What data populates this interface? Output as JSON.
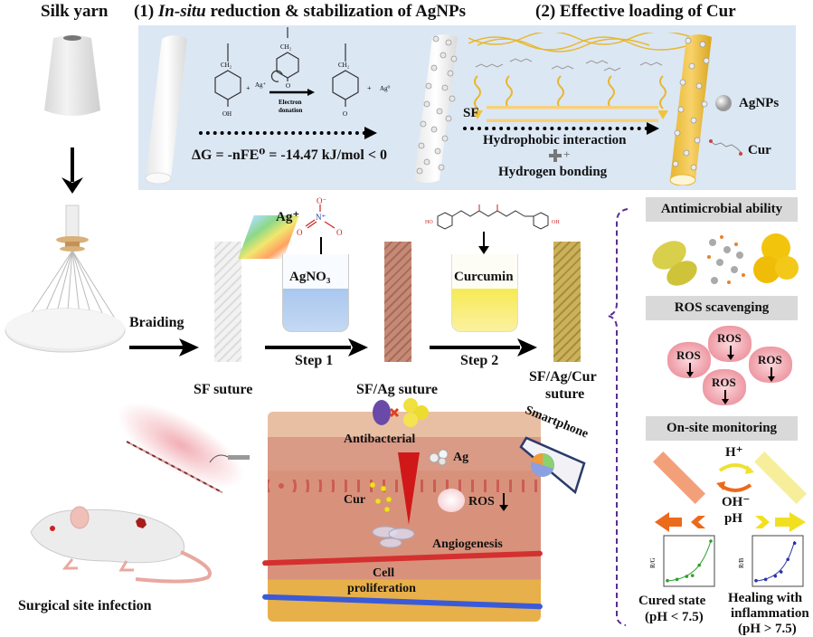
{
  "headers": {
    "silk_yarn": "Silk yarn",
    "step1_prefix": "(1) ",
    "step1_italic": "In-situ",
    "step1_rest": " reduction & stabilization of AgNPs",
    "step2": "(2) Effective loading of Cur"
  },
  "reaction": {
    "ch2_left": "CH₂",
    "ch2_mid": "CH₂",
    "ch2_right": "CH₂",
    "oh": "OH",
    "o_mid": "O",
    "o_right": "O",
    "plus1": "+",
    "ag_plus": "Ag⁺",
    "electron_donation_1": "Electron",
    "electron_donation_2": "donation",
    "plus2": "+",
    "ag_zero": "Ag⁰",
    "gibbs": "ΔG = -nFE⁰ = -14.47 kJ/mol < 0"
  },
  "loading": {
    "sf": "SF",
    "hydrophobic": "Hydrophobic interaction",
    "plus": "+",
    "hbond": "Hydrogen bonding",
    "legend_agnps": "AgNPs",
    "legend_cur": "Cur"
  },
  "process": {
    "braiding": "Braiding",
    "sf_suture": "SF suture",
    "ag_plus": "Ag⁺",
    "nitrate_o_top": "O⁻",
    "nitrate_n": "N⁺",
    "nitrate_o_left": "O",
    "nitrate_o_right": "O",
    "agno3": "AgNO₃",
    "step1": "Step 1",
    "sfag_suture": "SF/Ag suture",
    "curcumin": "Curcumin",
    "curcumin_ho": "HO",
    "curcumin_oh": "OH",
    "step2": "Step 2",
    "sfagcur_suture_1": "SF/Ag/Cur",
    "sfagcur_suture_2": "suture"
  },
  "mouse": {
    "caption": "Surgical site infection"
  },
  "skin": {
    "antibacterial": "Antibacterial",
    "ag": "Ag",
    "cur": "Cur",
    "ros": "ROS",
    "angiogenesis": "Angiogenesis",
    "cell_1": "Cell",
    "cell_2": "proliferation",
    "smartphone": "Smartphone"
  },
  "functions": {
    "antimicrobial": "Antimicrobial ability",
    "ros_scavenging": "ROS scavenging",
    "ros_clouds": [
      "ROS",
      "ROS",
      "ROS",
      "ROS"
    ],
    "monitoring": "On-site monitoring",
    "h_plus": "H⁺",
    "oh_minus": "OH⁻",
    "ph": "pH",
    "plot_left_ylabel": "R/G",
    "plot_right_ylabel": "R/B",
    "cured_1": "Cured state",
    "cured_2": "(pH < 7.5)",
    "healing_1": "Healing with",
    "healing_2": "inflammation",
    "healing_3": "(pH > 7.5)"
  },
  "mini_plots": [
    {
      "name": "R/G",
      "color": "#2aa02a",
      "points": [
        [
          1,
          0.05
        ],
        [
          2,
          0.08
        ],
        [
          3,
          0.15
        ],
        [
          3.6,
          0.17
        ],
        [
          4.3,
          0.42
        ],
        [
          5.5,
          1.0
        ]
      ]
    },
    {
      "name": "R/B",
      "color": "#2b35a8",
      "points": [
        [
          1,
          0.05
        ],
        [
          2,
          0.08
        ],
        [
          3,
          0.16
        ],
        [
          3.6,
          0.26
        ],
        [
          4.3,
          0.56
        ],
        [
          5.0,
          0.95
        ]
      ]
    }
  ],
  "colors": {
    "panel_blue": "#dce7f4",
    "gray_bar": "#d9d9d9",
    "bracket": "#5a2d91",
    "curcumin_yellow": "#f2c23a",
    "ag_brown": "#b87563",
    "cur_suture": "#c9a648"
  }
}
